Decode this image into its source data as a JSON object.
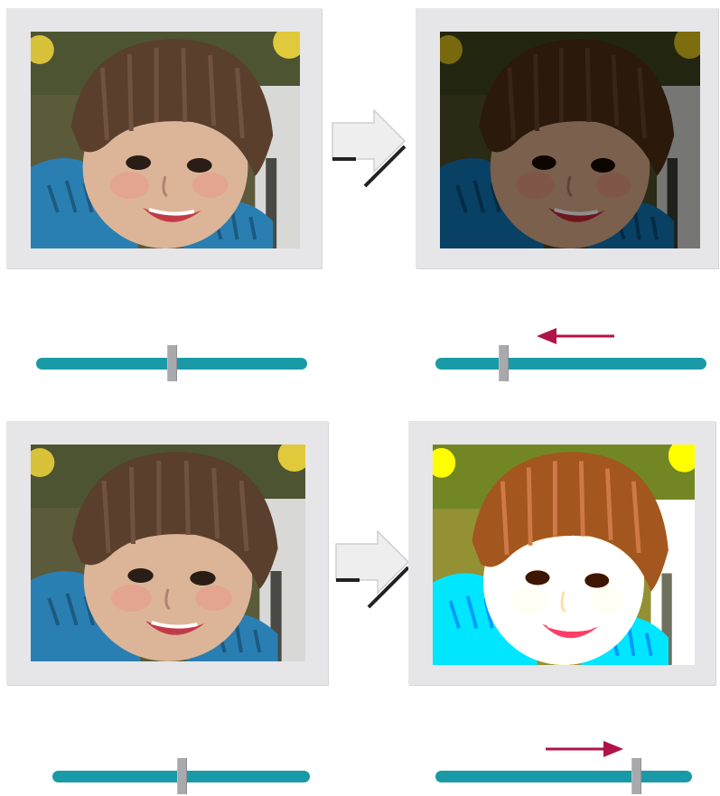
{
  "colors": {
    "frame": "#e6e6e8",
    "track": "#1a9aa6",
    "thumb": "#a9a9ad",
    "hint_arrow": "#b0124a",
    "connector_fill": "#eeeeee",
    "connector_stroke": "#222222"
  },
  "icons": {
    "connector": "right-arrow-icon",
    "hint_left": "left-arrow-icon",
    "hint_right": "right-arrow-icon"
  },
  "rows": [
    {
      "original_image": "child-portrait-original",
      "result_image": "child-portrait-darker",
      "original_slider_value": 0.5,
      "result_slider_value": 0.25,
      "direction": "decrease"
    },
    {
      "original_image": "child-portrait-original",
      "result_image": "child-portrait-brighter",
      "original_slider_value": 0.5,
      "result_slider_value": 0.78,
      "direction": "increase"
    }
  ]
}
